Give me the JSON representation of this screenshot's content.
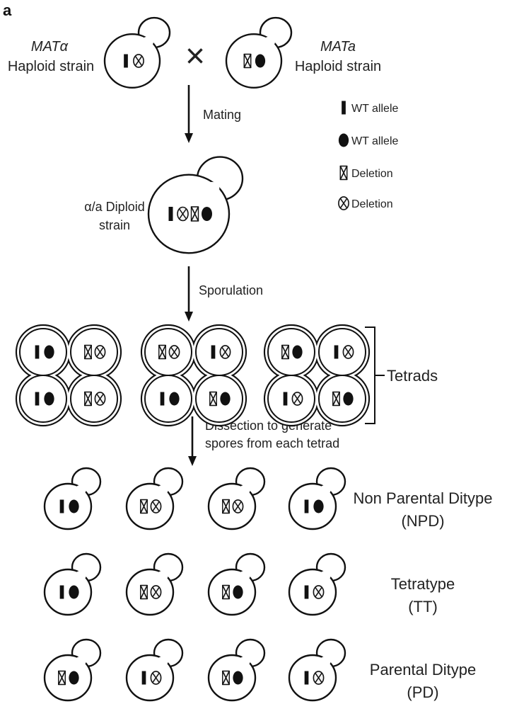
{
  "panel_label": "a",
  "cross_symbol": "×",
  "parents": {
    "alpha": {
      "mating_type": "MATα",
      "label": "Haploid strain",
      "alleles": [
        "bar",
        "del-circle"
      ]
    },
    "a": {
      "mating_type": "MATa",
      "label": "Haploid strain",
      "alleles": [
        "del-hourglass",
        "dot"
      ]
    }
  },
  "steps": {
    "mating": "Mating",
    "sporulation": "Sporulation",
    "dissection_line1": "Dissection to generate",
    "dissection_line2": "spores from each tetrad"
  },
  "diploid": {
    "label_line1": "α/a Diploid",
    "label_line2": "strain",
    "alleles": [
      "bar",
      "del-circle",
      "del-hourglass",
      "dot"
    ]
  },
  "legend": [
    {
      "symbol": "bar",
      "label": "WT allele"
    },
    {
      "symbol": "dot",
      "label": "WT allele"
    },
    {
      "symbol": "del-hourglass",
      "label": "Deletion"
    },
    {
      "symbol": "del-circle",
      "label": "Deletion"
    }
  ],
  "tetrads_label": "Tetrads",
  "tetrads": [
    {
      "spores": [
        [
          "bar",
          "dot"
        ],
        [
          "del-hourglass",
          "del-circle"
        ],
        [
          "bar",
          "dot"
        ],
        [
          "del-hourglass",
          "del-circle"
        ]
      ]
    },
    {
      "spores": [
        [
          "del-hourglass",
          "del-circle"
        ],
        [
          "bar",
          "del-circle"
        ],
        [
          "bar",
          "dot"
        ],
        [
          "del-hourglass",
          "dot"
        ]
      ]
    },
    {
      "spores": [
        [
          "del-hourglass",
          "dot"
        ],
        [
          "bar",
          "del-circle"
        ],
        [
          "bar",
          "del-circle"
        ],
        [
          "del-hourglass",
          "dot"
        ]
      ]
    }
  ],
  "rows": [
    {
      "label_line1": "Non Parental Ditype",
      "label_line2": "(NPD)",
      "cells": [
        [
          "bar",
          "dot"
        ],
        [
          "del-hourglass",
          "del-circle"
        ],
        [
          "del-hourglass",
          "del-circle"
        ],
        [
          "bar",
          "dot"
        ]
      ]
    },
    {
      "label_line1": "Tetratype",
      "label_line2": "(TT)",
      "cells": [
        [
          "bar",
          "dot"
        ],
        [
          "del-hourglass",
          "del-circle"
        ],
        [
          "del-hourglass",
          "dot"
        ],
        [
          "bar",
          "del-circle"
        ]
      ]
    },
    {
      "label_line1": "Parental Ditype",
      "label_line2": "(PD)",
      "cells": [
        [
          "del-hourglass",
          "dot"
        ],
        [
          "bar",
          "del-circle"
        ],
        [
          "del-hourglass",
          "dot"
        ],
        [
          "bar",
          "del-circle"
        ]
      ]
    }
  ]
}
